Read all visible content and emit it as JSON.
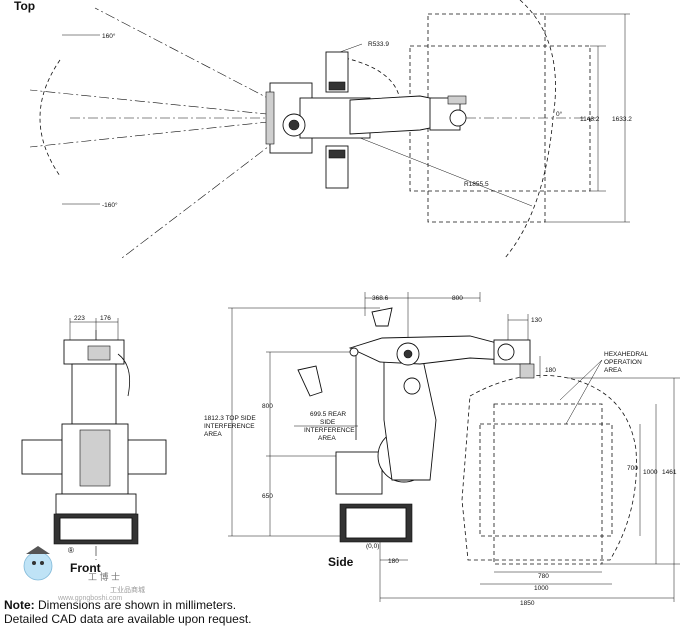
{
  "views": {
    "top": "Top",
    "side": "Side",
    "front": "Front"
  },
  "top_view": {
    "angle_pos": "160°",
    "angle_neg": "-160°",
    "angle_zero": "0°",
    "radius_inner": "R533.9",
    "radius_outer": "R1855.5",
    "dim_inner": "1148.2",
    "dim_outer": "1633.2"
  },
  "front_view": {
    "dim_left": "223",
    "dim_right": "176"
  },
  "side_view": {
    "dim_368": "368.6",
    "dim_800_top": "800",
    "dim_130": "130",
    "dim_180_right": "180",
    "dim_1812": [
      "1812.3 TOP SIDE",
      "INTERFERENCE",
      "AREA"
    ],
    "dim_800_left": "800",
    "dim_650": "650",
    "dim_699": [
      "699.5 REAR",
      "SIDE",
      "INTERFERENCE",
      "AREA"
    ],
    "hexahedral": [
      "HEXAHEDRAL",
      "OPERATION",
      "AREA"
    ],
    "dim_700": "700",
    "dim_1000_v": "1000",
    "dim_1461": "1461",
    "origin": "(0,0)",
    "dim_180_bottom": "180",
    "dim_780": "780",
    "dim_1000_h": "1000",
    "dim_1850": "1850"
  },
  "logo": {
    "registered": "®",
    "cn_name": "工 博 士",
    "cn_sub": "工业品商城",
    "url": "www.gongboshi.com"
  },
  "note": {
    "bold": "Note:",
    "line1": " Dimensions are shown in millimeters.",
    "line2": "Detailed CAD data are available upon request."
  }
}
